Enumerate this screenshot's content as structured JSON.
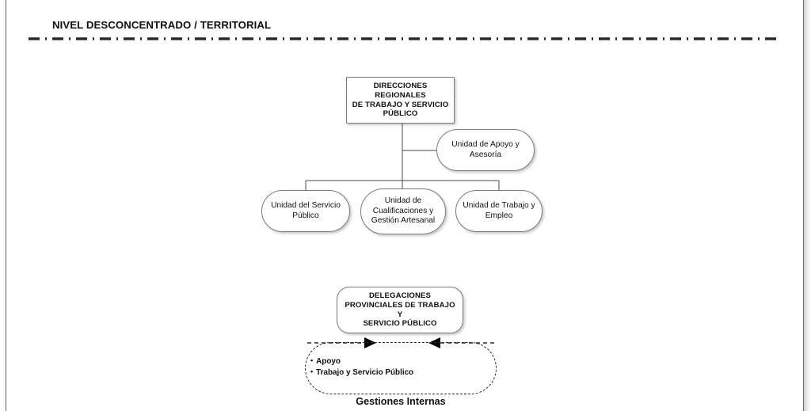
{
  "document": {
    "section_title": "NIVEL DESCONCENTRADO / TERRITORIAL"
  },
  "chart_data": {
    "type": "diagram",
    "diagram_kind": "organizational-chart",
    "title": "NIVEL DESCONCENTRADO / TERRITORIAL",
    "nodes": [
      {
        "id": "direcciones",
        "label": "DIRECCIONES REGIONALES DE TRABAJO Y SERVICIO PÚBLICO",
        "shape": "rectangle",
        "level": 0
      },
      {
        "id": "apoyo_asesoria",
        "label": "Unidad de Apoyo y Asesoría",
        "shape": "stadium",
        "level": 1,
        "relation": "staff"
      },
      {
        "id": "servicio_publico",
        "label": "Unidad del Servicio Público",
        "shape": "stadium",
        "level": 2
      },
      {
        "id": "cualificaciones",
        "label": "Unidad de Cualificaciones y Gestión Artesanal",
        "shape": "stadium",
        "level": 2
      },
      {
        "id": "trabajo_empleo",
        "label": "Unidad de Trabajo y Empleo",
        "shape": "stadium",
        "level": 2
      },
      {
        "id": "delegaciones",
        "label": "DELEGACIONES PROVINCIALES DE TRABAJO Y SERVICIO PÚBLICO",
        "shape": "rounded-rectangle",
        "level": 0
      }
    ],
    "edges": [
      {
        "from": "direcciones",
        "to": "apoyo_asesoria",
        "style": "solid"
      },
      {
        "from": "direcciones",
        "to": "servicio_publico",
        "style": "solid"
      },
      {
        "from": "direcciones",
        "to": "cualificaciones",
        "style": "solid"
      },
      {
        "from": "direcciones",
        "to": "trabajo_empleo",
        "style": "solid"
      },
      {
        "from": "gestiones_internas",
        "to": "delegaciones",
        "style": "dashed",
        "arrow": "both-inward"
      }
    ],
    "groups": [
      {
        "id": "gestiones_internas",
        "caption": "Gestiones Internas",
        "shape": "dashed-rounded-rectangle",
        "items": [
          "Apoyo",
          "Trabajo y Servicio Público"
        ]
      }
    ]
  },
  "nodes": {
    "direcciones": {
      "line1": "DIRECCIONES REGIONALES",
      "line2": "DE TRABAJO Y SERVICIO",
      "line3": "PÚBLICO"
    },
    "apoyo_asesoria": {
      "line1": "Unidad de Apoyo y",
      "line2": "Asesoría"
    },
    "servicio_publico": {
      "line1": "Unidad del Servicio",
      "line2": "Público"
    },
    "cualificaciones": {
      "line1": "Unidad de",
      "line2": "Cualificaciones y",
      "line3": "Gestión Artesanal"
    },
    "trabajo_empleo": {
      "line1": "Unidad de Trabajo y",
      "line2": "Empleo"
    },
    "delegaciones": {
      "line1": "DELEGACIONES",
      "line2": "PROVINCIALES DE TRABAJO Y",
      "line3": "SERVICIO PÚBLICO"
    }
  },
  "gestiones_internas": {
    "caption": "Gestiones Internas",
    "bullet_char": "•",
    "items": [
      "Apoyo",
      "Trabajo y Servicio Público"
    ]
  },
  "colors": {
    "node_border": "#7b7b7b",
    "node_fill": "#ffffff",
    "connector": "#4a4a4a",
    "text": "#111111",
    "divider": "#2b2b2b",
    "page_edge": "#58585a"
  }
}
